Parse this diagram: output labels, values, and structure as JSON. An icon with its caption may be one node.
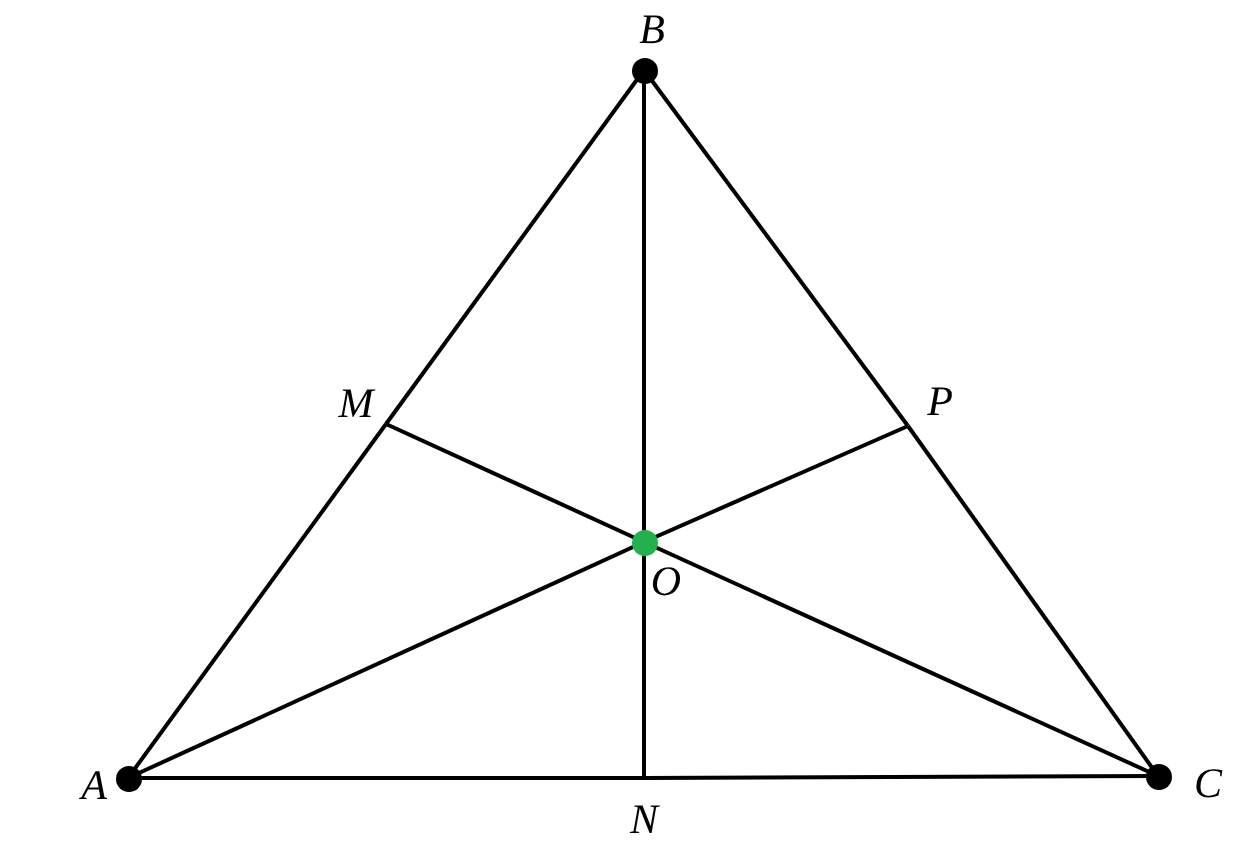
{
  "diagram": {
    "nodes": [
      {
        "text": [
          "B"
        ]
      },
      {
        "text": [
          "M"
        ]
      },
      {
        "text": [
          "P"
        ]
      },
      {
        "text": [
          "O"
        ]
      },
      {
        "text": [
          "A"
        ]
      },
      {
        "text": [
          "N"
        ]
      },
      {
        "text": [
          "C"
        ]
      }
    ],
    "edges": [
      {
        "from": 4,
        "to": 1,
        "arrow": "none"
      },
      {
        "from": 1,
        "to": 0,
        "arrow": "none"
      },
      {
        "from": 0,
        "to": 2,
        "arrow": "none"
      },
      {
        "from": 2,
        "to": 6,
        "arrow": "none"
      },
      {
        "from": 4,
        "to": 5,
        "arrow": "none"
      },
      {
        "from": 5,
        "to": 6,
        "arrow": "none"
      },
      {
        "from": 4,
        "to": 3,
        "arrow": "none"
      },
      {
        "from": 3,
        "to": 2,
        "arrow": "none"
      },
      {
        "from": 6,
        "to": 3,
        "arrow": "none"
      },
      {
        "from": 3,
        "to": 1,
        "arrow": "none"
      },
      {
        "from": 0,
        "to": 3,
        "arrow": "none"
      },
      {
        "from": 3,
        "to": 5,
        "arrow": "none"
      }
    ]
  }
}
